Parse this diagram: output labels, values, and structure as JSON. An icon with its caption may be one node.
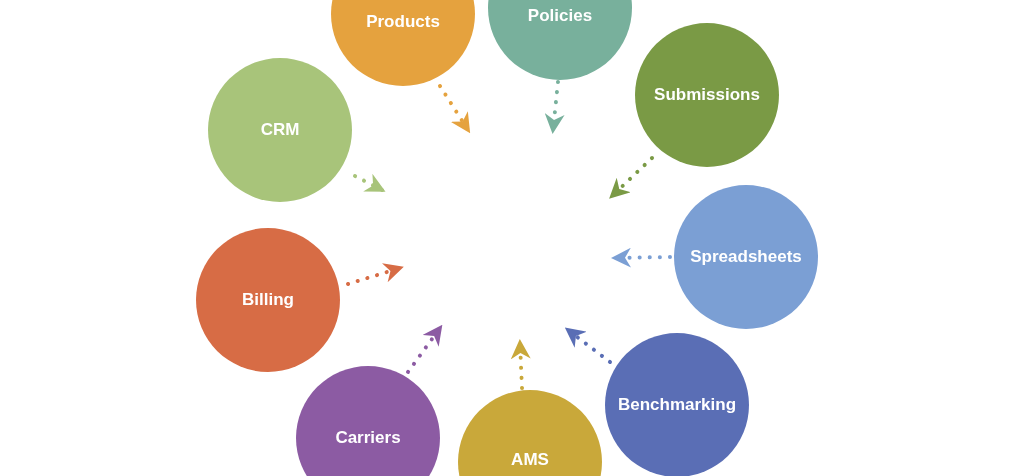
{
  "diagram": {
    "nodes": [
      {
        "text": [
          "Products"
        ]
      },
      {
        "text": [
          "Policies"
        ]
      },
      {
        "text": [
          "Submissions"
        ]
      },
      {
        "text": [
          "Spreadsheets"
        ]
      },
      {
        "text": [
          "Benchmarking"
        ]
      },
      {
        "text": [
          "AMS"
        ]
      },
      {
        "text": [
          "Carriers"
        ]
      },
      {
        "text": [
          "Billing"
        ]
      },
      {
        "text": [
          "CRM"
        ]
      }
    ],
    "edges": [
      {
        "from": 0,
        "to": null,
        "arrow": "to",
        "color": "#e5a23e"
      },
      {
        "from": 1,
        "to": null,
        "arrow": "to",
        "color": "#78b09c"
      },
      {
        "from": 2,
        "to": null,
        "arrow": "to",
        "color": "#7a9a45"
      },
      {
        "from": 3,
        "to": null,
        "arrow": "to",
        "color": "#7b9fd4"
      },
      {
        "from": 4,
        "to": null,
        "arrow": "to",
        "color": "#5a6eb5"
      },
      {
        "from": 5,
        "to": null,
        "arrow": "to",
        "color": "#c9a83a"
      },
      {
        "from": 6,
        "to": null,
        "arrow": "to",
        "color": "#8c5ba3"
      },
      {
        "from": 7,
        "to": null,
        "arrow": "to",
        "color": "#d76c45"
      },
      {
        "from": 8,
        "to": null,
        "arrow": "to",
        "color": "#a8c47a"
      }
    ]
  }
}
